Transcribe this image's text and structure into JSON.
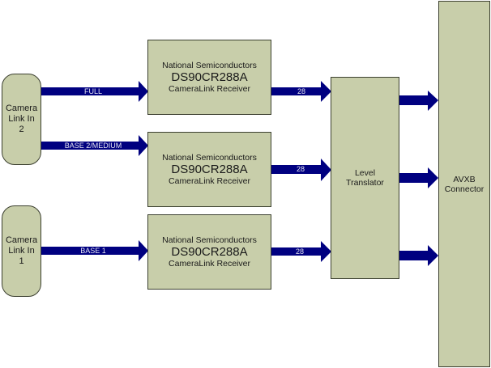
{
  "colors": {
    "block_fill": "#c8ceaa",
    "block_border": "#3c4030",
    "arrow": "#000080",
    "arrow_label": "#ffffff"
  },
  "blocks": {
    "camera_in_2": {
      "lines": [
        "Camera",
        "Link In",
        "2"
      ]
    },
    "camera_in_1": {
      "lines": [
        "Camera",
        "Link In",
        "1"
      ]
    },
    "receivers": [
      {
        "line1": "National Semiconductors",
        "line2": "DS90CR288A",
        "line3": "CameraLink Receiver"
      },
      {
        "line1": "National Semiconductors",
        "line2": "DS90CR288A",
        "line3": "CameraLink Receiver"
      },
      {
        "line1": "National Semiconductors",
        "line2": "DS90CR288A",
        "line3": "CameraLink Receiver"
      }
    ],
    "level_translator": {
      "lines": [
        "Level",
        "Translator"
      ]
    },
    "avxb_connector": {
      "lines": [
        "AVXB",
        "Connector"
      ]
    }
  },
  "arrows": {
    "input_labels": [
      "FULL",
      "BASE 2/MEDIUM",
      "BASE 1"
    ],
    "bus_labels": [
      "28",
      "28",
      "28"
    ]
  }
}
